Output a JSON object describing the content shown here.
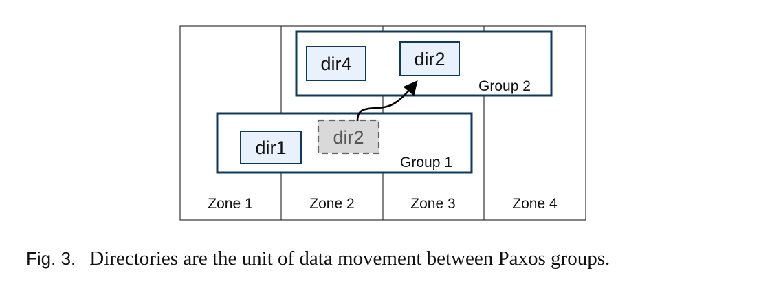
{
  "diagram": {
    "zones": [
      {
        "label": "Zone 1"
      },
      {
        "label": "Zone 2"
      },
      {
        "label": "Zone 3"
      },
      {
        "label": "Zone 4"
      }
    ],
    "groups": [
      {
        "label": "Group 2",
        "directories": [
          "dir4",
          "dir2"
        ]
      },
      {
        "label": "Group 1",
        "directories": [
          "dir1",
          "dir2"
        ]
      }
    ],
    "moving_directory": {
      "label": "dir2",
      "from": "Group 1",
      "to": "Group 2"
    },
    "colors": {
      "group_border": "#0f3a5a",
      "dir_fill": "#e9f1fc",
      "ghost_fill": "#d9d9d9",
      "ghost_border": "#666666",
      "zone_border": "#333333"
    }
  },
  "caption": {
    "label": "Fig. 3.",
    "text": "Directories are the unit of data movement between Paxos groups."
  }
}
